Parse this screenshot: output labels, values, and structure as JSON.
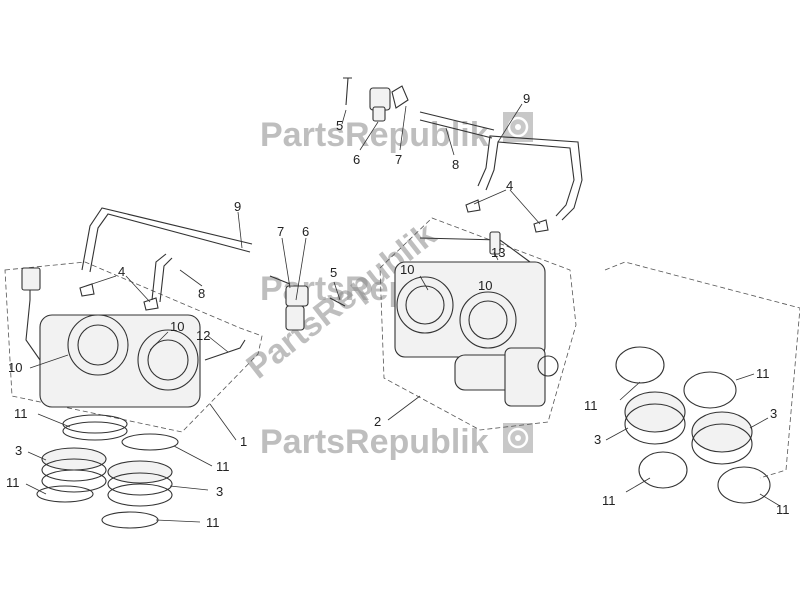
{
  "watermark": {
    "text": "PartsRepublik",
    "icon": "gear-icon"
  },
  "callouts": {
    "c5_top": "5",
    "c6_top": "6",
    "c7_top": "7",
    "c8_top": "8",
    "c9_top": "9",
    "c4_right": "4",
    "c13": "13",
    "c10_right": "10",
    "c10_right_b": "10",
    "c9_left": "9",
    "c4_left": "4",
    "c8_left": "8",
    "c7_mid": "7",
    "c6_mid": "6",
    "c5_mid": "5",
    "c10_left_a": "10",
    "c10_left_b": "10",
    "c12": "12",
    "c1": "1",
    "c2": "2",
    "c11_l1": "11",
    "c3_l1": "3",
    "c11_l2": "11",
    "c11_l3": "11",
    "c3_l2": "3",
    "c11_l4": "11",
    "c11_r1": "11",
    "c11_r2": "11",
    "c3_r1": "3",
    "c3_r2": "3",
    "c11_r3": "11",
    "c11_r4": "11"
  }
}
